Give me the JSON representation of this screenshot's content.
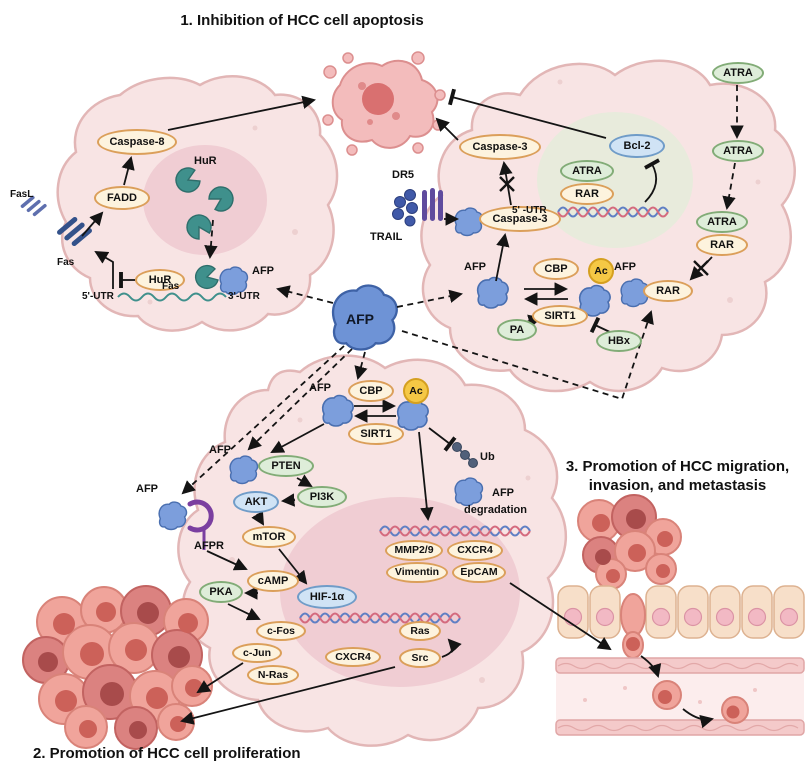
{
  "titles": {
    "section1": "1. Inhibition of HCC cell apoptosis",
    "section2": "2. Promotion of HCC cell proliferation",
    "section3_line1": "3. Promotion of HCC migration,",
    "section3_line2": "invasion, and metastasis"
  },
  "labels": {
    "caspase8": "Caspase-8",
    "fadd": "FADD",
    "fasl": "FasL",
    "fas": "Fas",
    "hur": "HuR",
    "afp": "AFP",
    "utr5": "5'-UTR",
    "utr3": "3'-UTR",
    "utr5_spaced": "5' -UTR",
    "caspase3": "Caspase-3",
    "dr5": "DR5",
    "trail": "TRAIL",
    "atra": "ATRA",
    "bcl2": "Bcl-2",
    "rar": "RAR",
    "cbp": "CBP",
    "ac": "Ac",
    "sirt1": "SIRT1",
    "pa": "PA",
    "hbx": "HBx",
    "pten": "PTEN",
    "akt": "AKT",
    "pi3k": "PI3K",
    "mtor": "mTOR",
    "ub": "Ub",
    "degradation": "degradation",
    "mmp29": "MMP2/9",
    "cxcr4": "CXCR4",
    "vimentin": "Vimentin",
    "epcam": "EpCAM",
    "hif1a": "HIF-1α",
    "ras": "Ras",
    "src": "Src",
    "afpr": "AFPR",
    "pka": "PKA",
    "camp": "cAMP",
    "cfos": "c-Fos",
    "cjun": "c-Jun",
    "nras": "N-Ras"
  },
  "colors": {
    "cell_fill": "#F8E4E4",
    "cell_stroke": "#E2B6B6",
    "nucleus_fill": "#F0CDD3",
    "oval_tan_stroke": "#DB9F5A",
    "oval_green_fill": "#DEEDD9",
    "oval_blue_fill": "#D0E3F5",
    "ac_yellow": "#F5C845",
    "afp_blob": "#7C9EDC",
    "hur_teal": "#3F908C",
    "dna_blue": "#5F7FC4",
    "dna_red": "#D46A7E",
    "tumor_cell": "#F0A49B",
    "arrow": "#141414"
  }
}
